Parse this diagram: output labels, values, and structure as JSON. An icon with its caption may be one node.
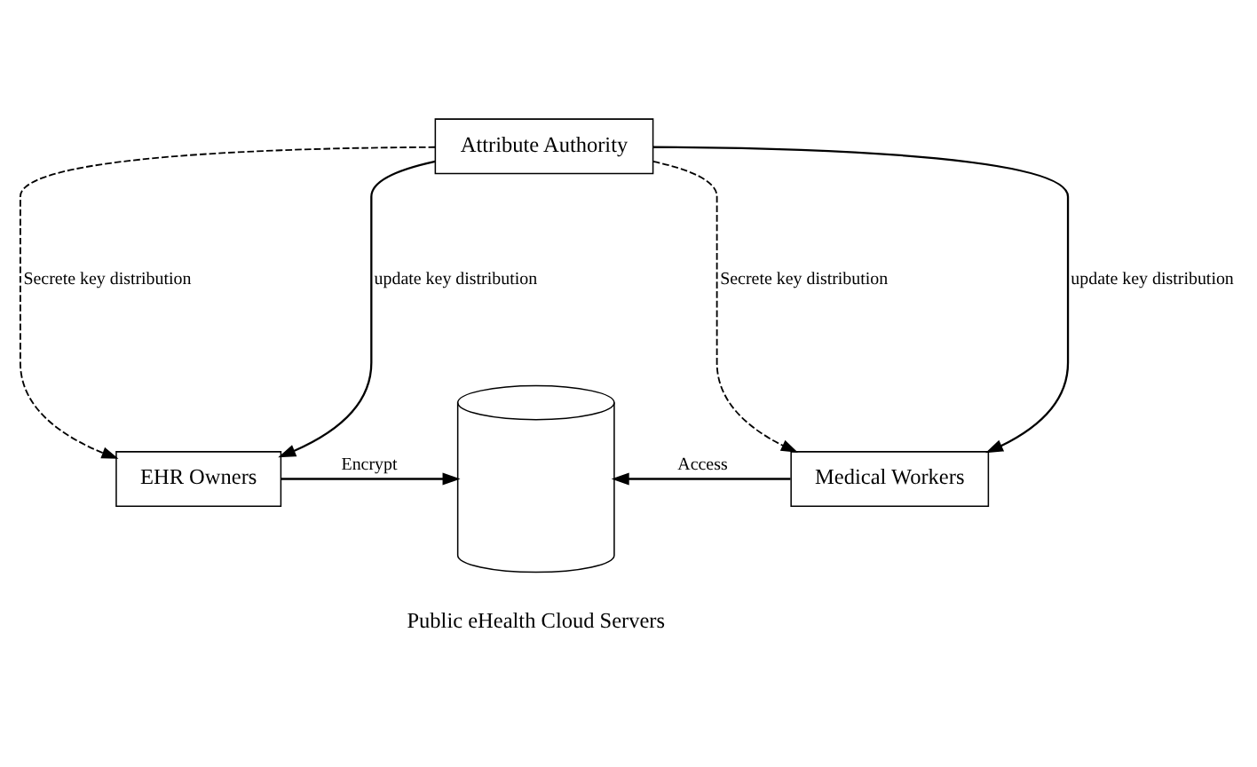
{
  "diagram": {
    "nodes": [
      {
        "text": [
          "Attribute Authority"
        ]
      },
      {
        "text": [
          "EHR Owners"
        ]
      },
      {
        "text": [],
        "shape": "cylinder",
        "beside": [
          "Public eHealth Cloud Servers"
        ]
      },
      {
        "text": [
          "Medical Workers"
        ]
      }
    ],
    "edges": [
      {
        "from": 0,
        "to": 1,
        "arrow": "to",
        "style": "dashed",
        "label": "Secrete key distribution"
      },
      {
        "from": 0,
        "to": 1,
        "arrow": "to",
        "label": "update key distribution"
      },
      {
        "from": 0,
        "to": 3,
        "arrow": "to",
        "style": "dashed",
        "label": "Secrete key distribution"
      },
      {
        "from": 0,
        "to": 3,
        "arrow": "to",
        "label": "update key distribution"
      },
      {
        "from": 1,
        "to": 2,
        "arrow": "to",
        "label": "Encrypt"
      },
      {
        "from": 3,
        "to": 2,
        "arrow": "to",
        "label": "Access"
      }
    ]
  }
}
